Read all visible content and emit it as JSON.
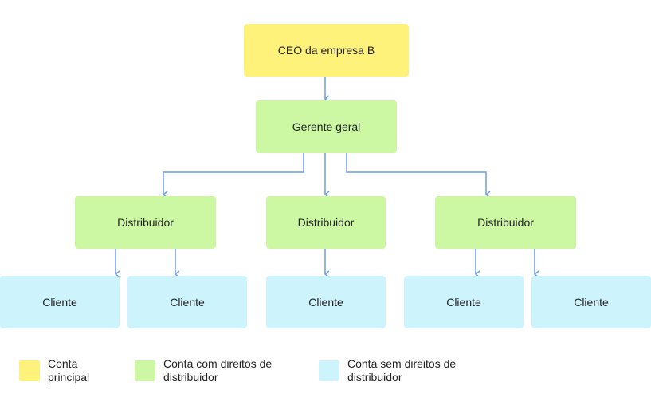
{
  "nodes": {
    "ceo": "CEO da empresa B",
    "manager": "Gerente geral",
    "distributor_left": "Distribuidor",
    "distributor_center": "Distribuidor",
    "distributor_right": "Distribuidor",
    "client_1": "Cliente",
    "client_2": "Cliente",
    "client_3": "Cliente",
    "client_4": "Cliente",
    "client_5": "Cliente"
  },
  "legend": {
    "main_account": "Conta principal",
    "distributor_account": "Conta com direitos de distribuidor",
    "no_distributor_account": "Conta sem direitos de distribuidor"
  },
  "colors": {
    "main_account": "#fff27a",
    "distributor_account": "#ccf8a4",
    "no_distributor_account": "#cdf4fd",
    "connector": "#6f9ce8"
  }
}
